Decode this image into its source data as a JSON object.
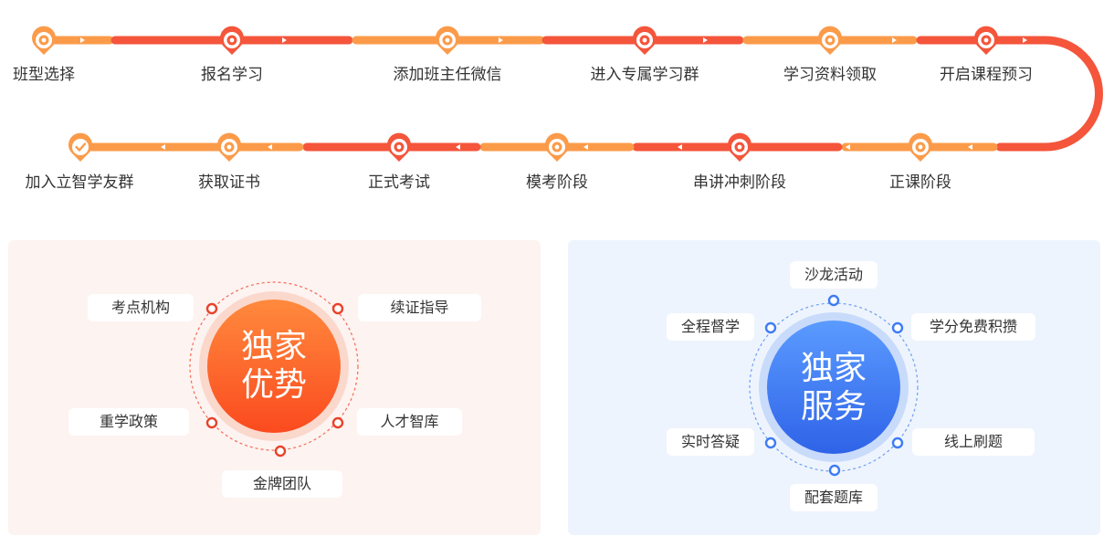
{
  "process_steps_row1": [
    "班型选择",
    "报名学习",
    "添加班主任微信",
    "进入专属学习群",
    "学习资料领取",
    "开启课程预习"
  ],
  "process_steps_row2": [
    "加入立智学友群",
    "获取证书",
    "正式考试",
    "模考阶段",
    "串讲冲刺阶段",
    "正课阶段"
  ],
  "advantages": {
    "center_line1": "独家",
    "center_line2": "优势",
    "items": [
      "考点机构",
      "续证指导",
      "重学政策",
      "人才智库",
      "金牌团队"
    ]
  },
  "services": {
    "center_line1": "独家",
    "center_line2": "服务",
    "items": [
      "沙龙活动",
      "全程督学",
      "学分免费积攒",
      "实时答疑",
      "线上刷题",
      "配套题库"
    ]
  },
  "colors": {
    "red": "#f4553b",
    "orange": "#fb9b4a",
    "blue": "#3e7cf4",
    "panel_pink": "#fdf3f1",
    "panel_blue": "#eef4fd"
  }
}
